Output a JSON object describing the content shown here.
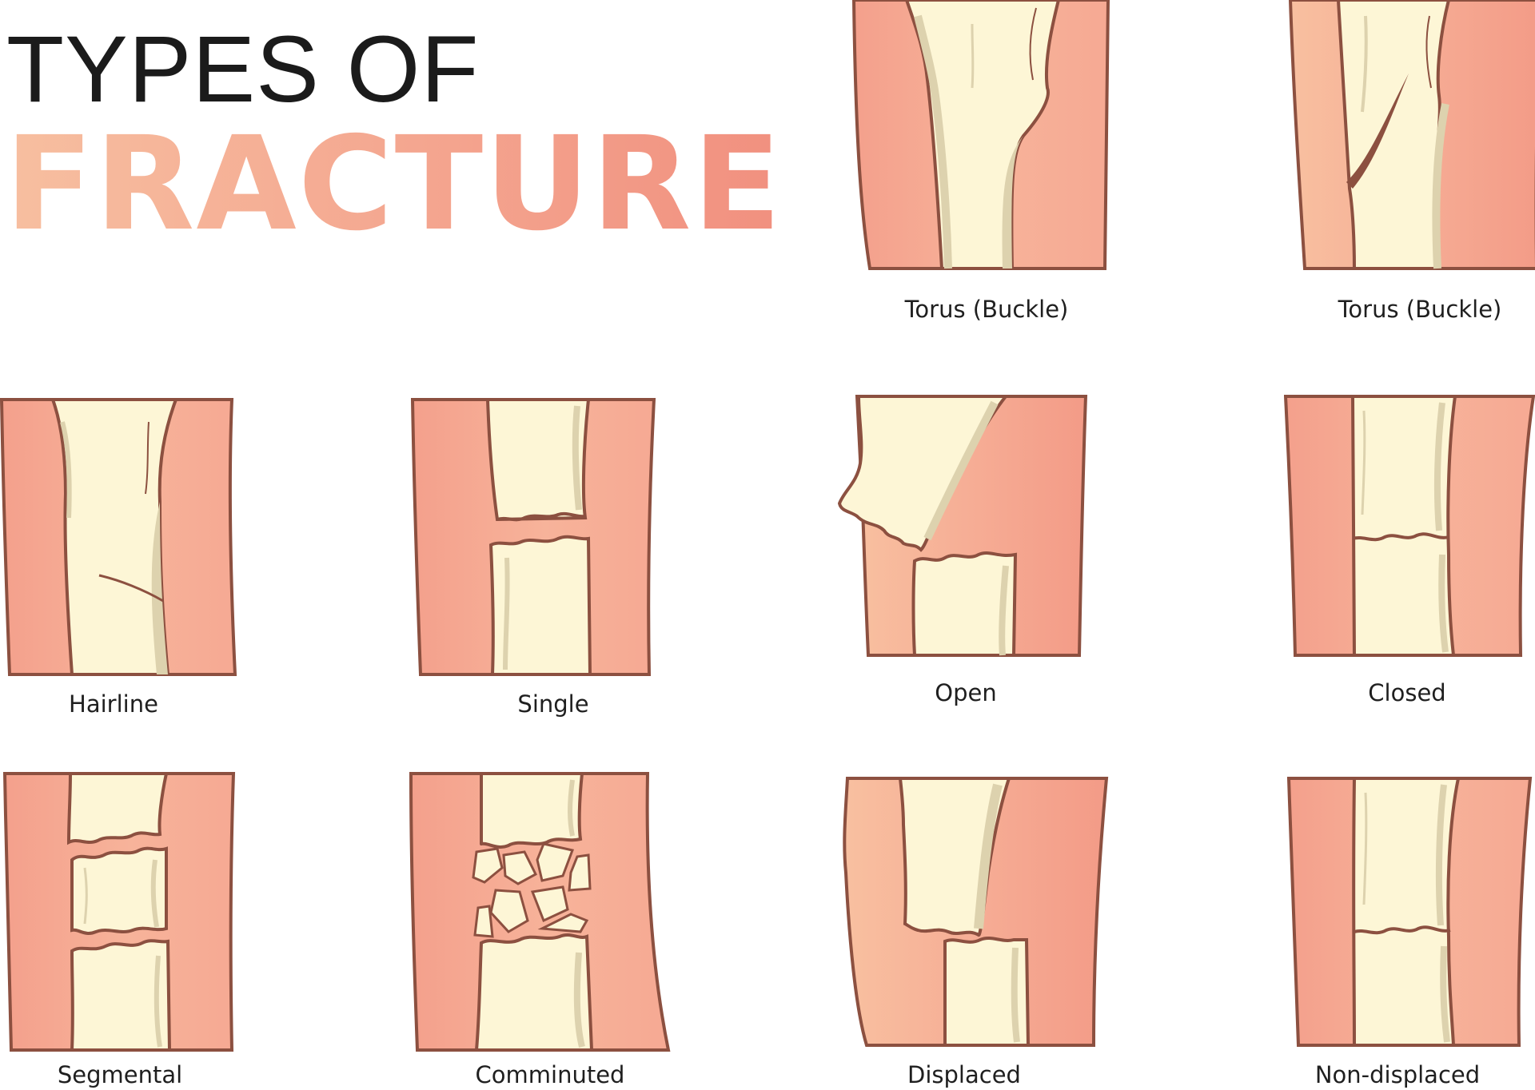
{
  "title": {
    "line1": "TYPES OF",
    "line2": "FRACTURE"
  },
  "colors": {
    "flesh_dark": "#f4a08c",
    "flesh_light": "#f8c3a2",
    "bone": "#fdf6d6",
    "bone_shadow": "#ddd2ae",
    "outline": "#8c5040",
    "title_gradient_start": "#f7bfa0",
    "title_gradient_end": "#f1907f"
  },
  "panels": [
    {
      "id": "torus-1",
      "label": "Torus (Buckle)",
      "type": "buckle"
    },
    {
      "id": "torus-2",
      "label": "Torus (Buckle)",
      "type": "greenstick"
    },
    {
      "id": "hairline",
      "label": "Hairline",
      "type": "hairline"
    },
    {
      "id": "single",
      "label": "Single",
      "type": "single"
    },
    {
      "id": "open",
      "label": "Open",
      "type": "open"
    },
    {
      "id": "closed",
      "label": "Closed",
      "type": "closed"
    },
    {
      "id": "segmental",
      "label": "Segmental",
      "type": "segmental"
    },
    {
      "id": "comminuted",
      "label": "Comminuted",
      "type": "comminuted"
    },
    {
      "id": "displaced",
      "label": "Displaced",
      "type": "displaced"
    },
    {
      "id": "non-displaced",
      "label": "Non-displaced",
      "type": "closed"
    }
  ]
}
